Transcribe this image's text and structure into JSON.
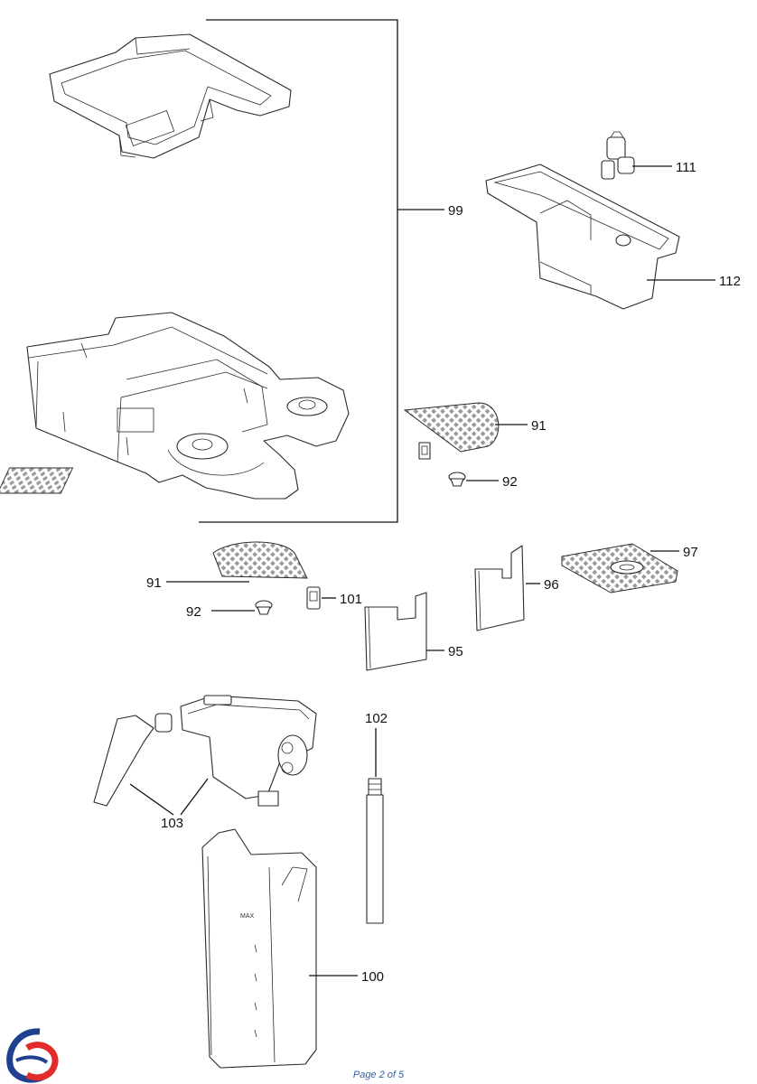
{
  "callouts": {
    "c99": "99",
    "c111": "111",
    "c112": "112",
    "c91a": "91",
    "c92a": "92",
    "c91b": "91",
    "c92b": "92",
    "c101": "101",
    "c95": "95",
    "c96": "96",
    "c97": "97",
    "c102": "102",
    "c103": "103",
    "c100": "100"
  },
  "footer": {
    "page": "Page 2 of 5"
  },
  "logo": {
    "colors": [
      "#1f3f8f",
      "#e32b2b"
    ]
  }
}
